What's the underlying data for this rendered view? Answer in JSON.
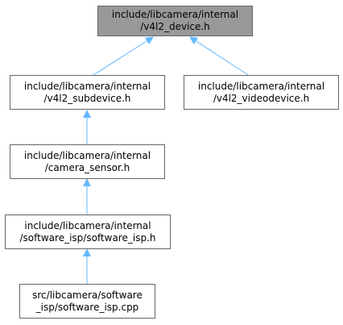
{
  "graph": {
    "colors": {
      "edge": "#63b8ff",
      "node_border": "#666666",
      "root_fill": "#999999"
    },
    "nodes": {
      "v4l2_device": {
        "line1": "include/libcamera/internal",
        "line2": "/v4l2_device.h"
      },
      "v4l2_subdevice": {
        "line1": "include/libcamera/internal",
        "line2": "/v4l2_subdevice.h"
      },
      "v4l2_videodevice": {
        "line1": "include/libcamera/internal",
        "line2": "/v4l2_videodevice.h"
      },
      "camera_sensor": {
        "line1": "include/libcamera/internal",
        "line2": "/camera_sensor.h"
      },
      "software_isp_h": {
        "line1": "include/libcamera/internal",
        "line2": "/software_isp/software_isp.h"
      },
      "software_isp_cpp": {
        "line1": "src/libcamera/software",
        "line2": "_isp/software_isp.cpp"
      }
    }
  }
}
